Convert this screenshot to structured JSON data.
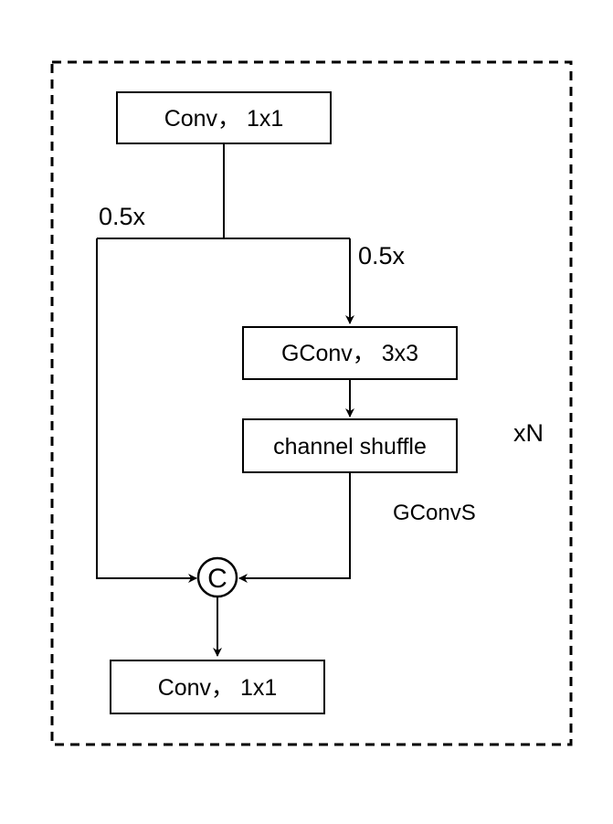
{
  "nodes": {
    "conv_top": "Conv， 1x1",
    "gconv": "GConv， 3x3",
    "shuffle": "channel shuffle",
    "concat": "C",
    "conv_bottom": "Conv， 1x1"
  },
  "labels": {
    "split_left": "0.5x",
    "split_right": "0.5x",
    "block_name": "GConvS",
    "repeat": "xN"
  }
}
